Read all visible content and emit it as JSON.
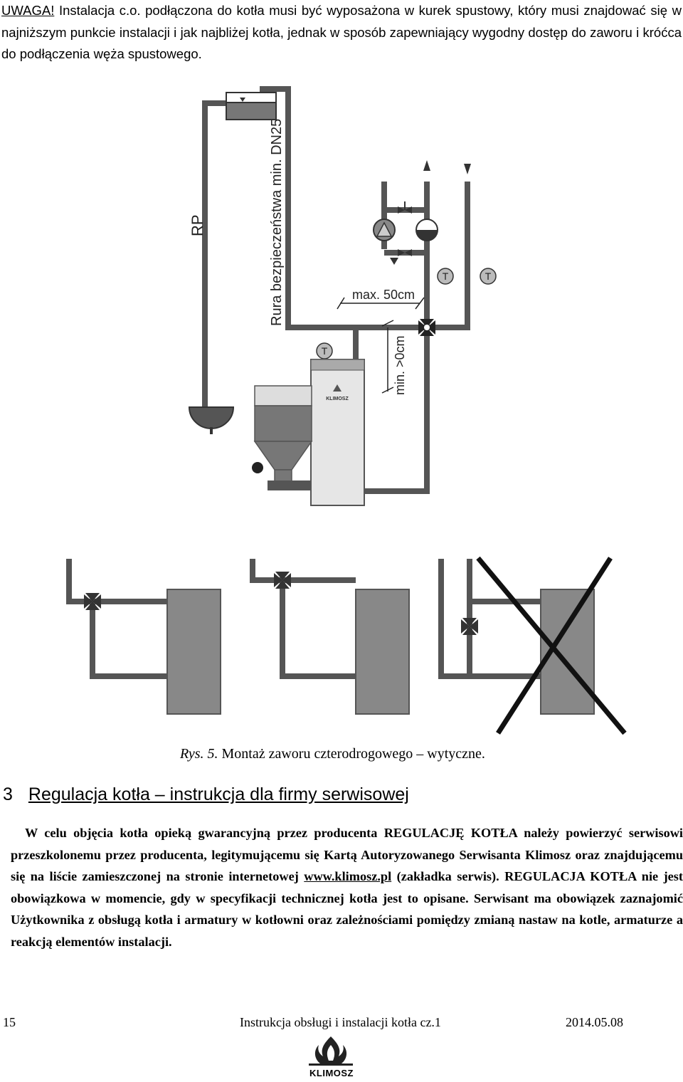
{
  "warning": {
    "label": "UWAGA!",
    "text": " Instalacja c.o. podłączona do kotła musi być wyposażona w kurek spustowy, który musi znajdować się w najniższym punkcie instalacji i jak najbliżej kotła, jednak w sposób zapewniający wygodny dostęp do zaworu i króćca do podłączenia węża spustowego."
  },
  "diagram": {
    "label_rp": "RP",
    "label_safety_pipe": "Rura bezpieczeństwa min. DN25",
    "label_max": "max. 50cm",
    "label_min": "min. >0cm",
    "label_t": "T",
    "boiler_brand": "KLIMOSZ"
  },
  "caption": {
    "prefix": "Rys. 5.",
    "text": " Montaż zaworu czterodrogowego – wytyczne."
  },
  "section": {
    "number": "3",
    "title": "Regulacja kotła – instrukcja dla firmy serwisowej"
  },
  "body": {
    "part1": "W celu objęcia kotła opieką gwarancyjną przez producenta REGULACJĘ KOTŁA należy powierzyć serwisowi przeszkolonemu przez producenta, legitymującemu się Kartą Autoryzowanego Serwisanta Klimosz oraz znajdującemu się na liście zamieszczonej na stronie internetowej ",
    "url": "www.klimosz.pl",
    "part2": " (zakładka serwis). REGULACJA KOTŁA nie jest obowiązkowa w momencie, gdy w specyfikacji technicznej kotła jest to opisane. Serwisant ma obowiązek zaznajomić Użytkownika z obsługą kotła i armatury w kotłowni oraz zależnościami pomiędzy zmianą nastaw na kotle, armaturze a reakcją elementów instalacji."
  },
  "footer": {
    "page": "15",
    "title": "Instrukcja obsługi i instalacji kotła cz.1",
    "date": "2014.05.08",
    "logo_text": "KLIMOSZ"
  }
}
